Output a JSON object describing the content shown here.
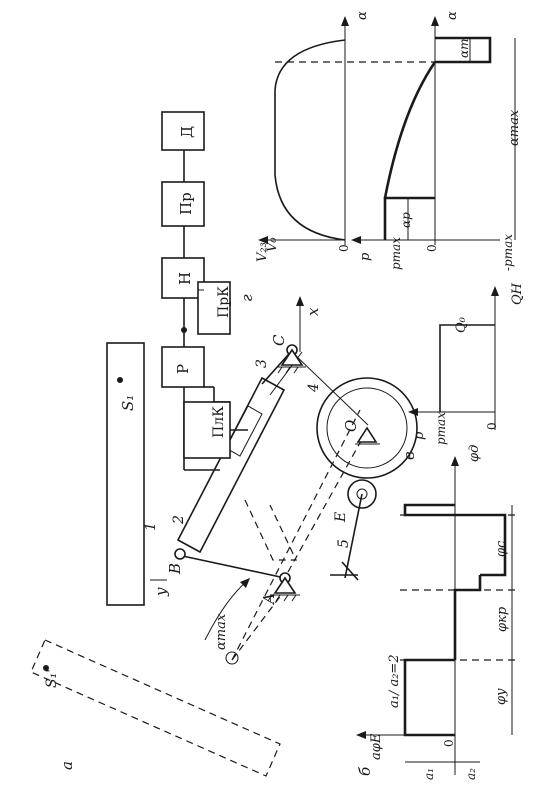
{
  "diagram": {
    "blocks": {
      "D": "Д",
      "Pr": "Пр",
      "N": "Н",
      "PrK": "ПрК",
      "R": "Р",
      "PlK": "ПлК"
    },
    "points": {
      "A": "A",
      "B": "B",
      "C": "C",
      "O": "O",
      "E": "E"
    },
    "numbers": [
      "1",
      "2",
      "3",
      "4",
      "5"
    ],
    "axes": {
      "x": "x",
      "y": "y"
    },
    "labels": {
      "S1": "S₁",
      "S1_prime": "S₁'",
      "alpha_max_a": "αmax",
      "panel_a": "а",
      "panel_b": "б",
      "panel_v": "в",
      "panel_g": "г"
    },
    "graph_b": {
      "ratio": "a₁/ a₂=2",
      "a_phi_E": "aφE",
      "a1": "a₁",
      "a2": "a₂",
      "zero": "0",
      "phi_y": "φу",
      "phi_kr": "φкр",
      "phi_c": "φс",
      "phi_d": "φд"
    },
    "graph_v": {
      "p": "p",
      "pmax": "pmax",
      "zero": "0",
      "Q0": "Q₀",
      "QN": "QН"
    },
    "graph_g_top": {
      "V23": "V₂₃",
      "V0": "V₀",
      "zero": "0",
      "alpha": "α"
    },
    "graph_g_bottom": {
      "p": "p",
      "pmax": "pmax",
      "neg_pmax": "-pmax",
      "zero": "0",
      "alpha": "α",
      "alpha_p": "αр",
      "alpha_t": "αт",
      "alpha_max": "αmax"
    }
  }
}
